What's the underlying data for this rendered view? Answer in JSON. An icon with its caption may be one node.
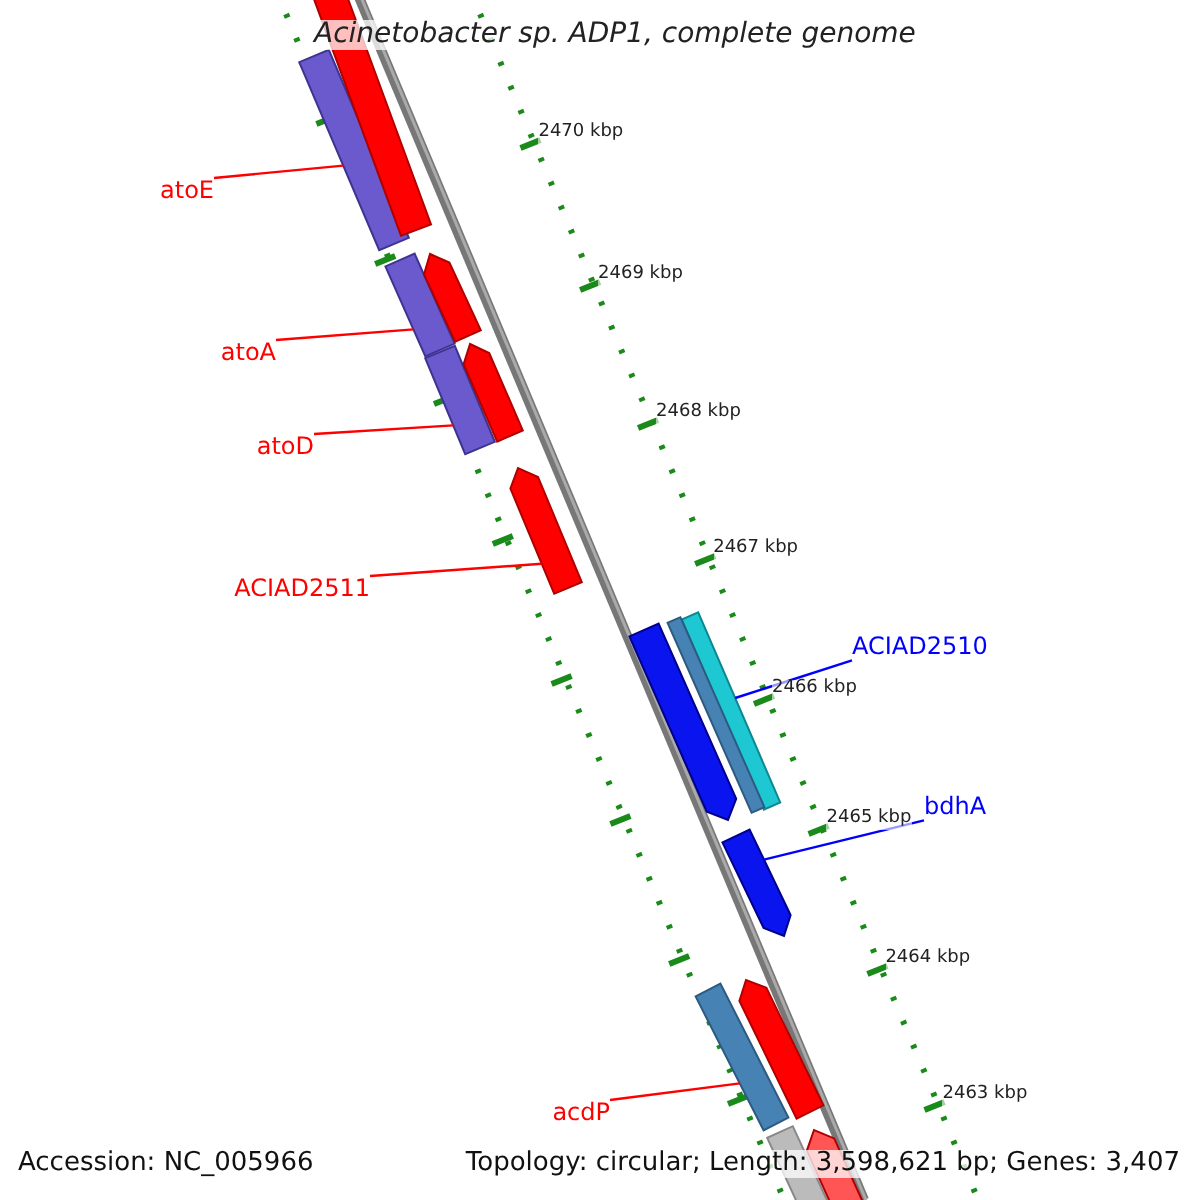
{
  "diagram": {
    "title": "Acinetobacter sp. ADP1, complete genome",
    "nodes": [
      {
        "text": [
          "atoE"
        ]
      },
      {
        "text": [],
        "shape": "bar"
      },
      {
        "text": [
          "atoA"
        ]
      },
      {
        "text": [],
        "shape": "bar"
      },
      {
        "text": [
          "atoD"
        ]
      },
      {
        "text": [],
        "shape": "bar"
      },
      {
        "text": [
          "ACIAD2511"
        ]
      },
      {
        "text": [],
        "shape": "arrow"
      },
      {
        "text": [
          "ACIAD2510"
        ]
      },
      {
        "text": [],
        "shape": "bar"
      },
      {
        "text": [
          "bdhA"
        ]
      },
      {
        "text": [],
        "shape": "arrow"
      },
      {
        "text": [
          "acdP"
        ]
      },
      {
        "text": [],
        "shape": "bar"
      },
      {
        "text": [],
        "shape": "bar"
      },
      {
        "text": [],
        "shape": "arrow"
      },
      {
        "text": [],
        "shape": "arrow"
      },
      {
        "text": [],
        "shape": "arrow"
      },
      {
        "text": [],
        "shape": "bar"
      },
      {
        "text": [],
        "shape": "arrow"
      },
      {
        "text": [],
        "shape": "bar"
      },
      {
        "text": [],
        "shape": "arrow"
      }
    ],
    "edges": [
      {
        "from": 0,
        "to": 1,
        "arrow": "none"
      },
      {
        "from": 2,
        "to": 3,
        "arrow": "none"
      },
      {
        "from": 4,
        "to": 5,
        "arrow": "none"
      },
      {
        "from": 6,
        "to": 7,
        "arrow": "none"
      },
      {
        "from": 8,
        "to": 9,
        "arrow": "none",
        "color": "#0000ff"
      },
      {
        "from": 10,
        "to": 11,
        "arrow": "none",
        "color": "#0000ff"
      },
      {
        "from": 12,
        "to": 13,
        "arrow": "none"
      }
    ],
    "labels": [
      "2470 kbp",
      "2469 kbp",
      "2468 kbp",
      "2467 kbp",
      "2466 kbp",
      "2465 kbp",
      "2464 kbp",
      "2463 kbp",
      "Accession: NC_005966",
      "Topology: circular; Length: 3,598,621 bp; Genes: 3,407"
    ]
  }
}
